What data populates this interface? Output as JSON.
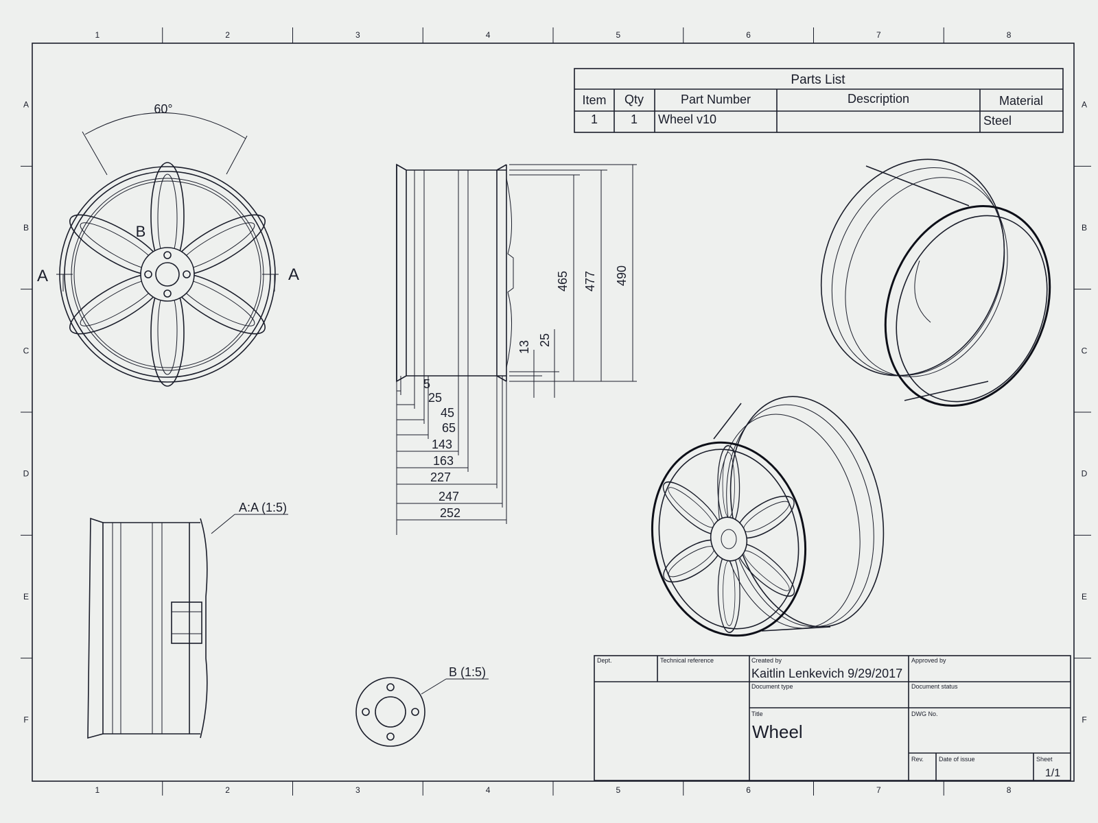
{
  "sheet": {
    "zone_columns": [
      "1",
      "2",
      "3",
      "4",
      "5",
      "6",
      "7",
      "8"
    ],
    "zone_rows": [
      "A",
      "B",
      "C",
      "D",
      "E",
      "F"
    ],
    "colors": {
      "paper": "#eef0ee",
      "ink": "#1a1d2a"
    }
  },
  "parts_list": {
    "title": "Parts List",
    "headers": [
      "Item",
      "Qty",
      "Part Number",
      "Description",
      "Material"
    ],
    "rows": [
      [
        "1",
        "1",
        "Wheel v10",
        "",
        "Steel"
      ]
    ]
  },
  "front_view": {
    "angle_label": "60°",
    "section_label_left": "A",
    "section_label_right": "A",
    "detail_label": "B"
  },
  "side_view": {
    "vertical_dims": [
      "465",
      "477",
      "490",
      "13",
      "25"
    ],
    "horizontal_dims": [
      "5",
      "25",
      "45",
      "65",
      "143",
      "163",
      "227",
      "247",
      "252"
    ]
  },
  "section_view": {
    "label": "A:A (1:5)"
  },
  "detail_view": {
    "label": "B (1:5)"
  },
  "title_block": {
    "dept_label": "Dept.",
    "tech_ref_label": "Technical reference",
    "created_by_label": "Created by",
    "created_by_value": "Kaitlin Lenkevich 9/29/2017",
    "approved_by_label": "Approved by",
    "doc_type_label": "Document type",
    "doc_status_label": "Document status",
    "title_label": "Title",
    "title_value": "Wheel",
    "dwg_no_label": "DWG No.",
    "rev_label": "Rev.",
    "date_issue_label": "Date of issue",
    "sheet_label": "Sheet",
    "sheet_value": "1/1"
  }
}
